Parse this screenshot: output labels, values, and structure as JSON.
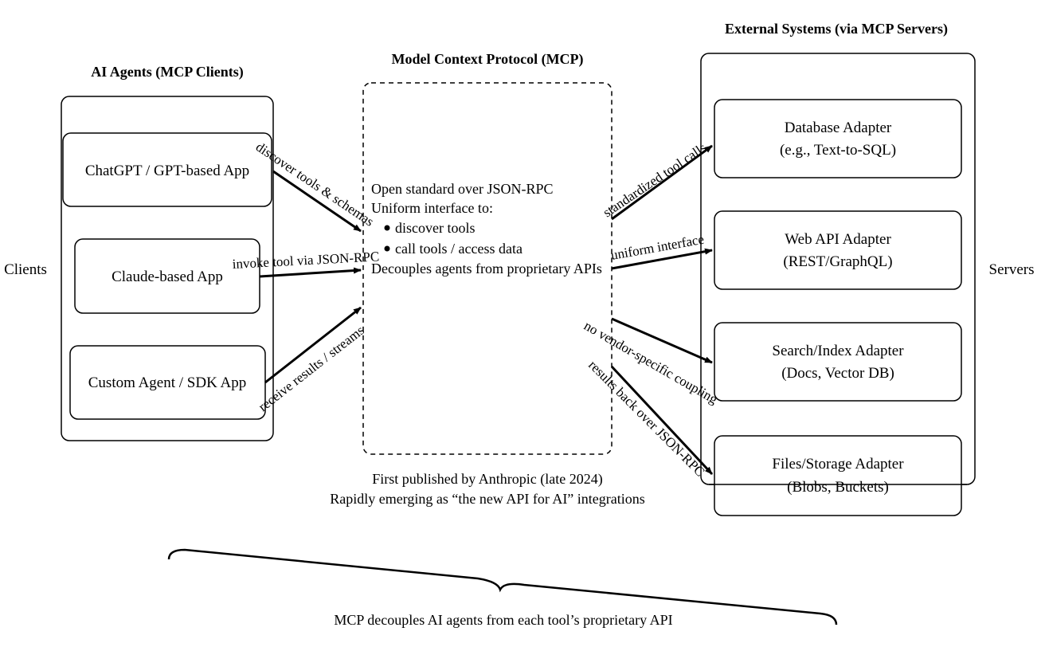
{
  "titles": {
    "clients": "AI Agents (MCP Clients)",
    "mcp": "Model Context Protocol (MCP)",
    "servers": "External Systems (via MCP Servers)"
  },
  "side_labels": {
    "left": "Clients",
    "right": "Servers"
  },
  "clients": [
    {
      "label": "ChatGPT / GPT-based App"
    },
    {
      "label": "Claude-based App"
    },
    {
      "label": "Custom Agent / SDK App"
    }
  ],
  "adapters": [
    {
      "line1": "Database Adapter",
      "line2": "(e.g., Text-to-SQL)"
    },
    {
      "line1": "Web API Adapter",
      "line2": "(REST/GraphQL)"
    },
    {
      "line1": "Search/Index Adapter",
      "line2": "(Docs, Vector DB)"
    },
    {
      "line1": "Files/Storage Adapter",
      "line2": "(Blobs, Buckets)"
    }
  ],
  "mcp_box": {
    "lines": [
      "Open standard over JSON-RPC",
      "Uniform interface to:",
      "discover tools",
      "call tools / access data",
      "Decouples agents from proprietary APIs"
    ]
  },
  "edges": {
    "left": [
      "discover tools & schemas",
      "invoke tool via JSON-RPC",
      "receive results / streams"
    ],
    "right": [
      "standardized tool calls",
      "uniform interface",
      "no vendor-specific coupling",
      "results back over JSON-RPC"
    ]
  },
  "notes": {
    "line1": "First published by Anthropic (late 2024)",
    "line2": "Rapidly emerging as “the new API for AI” integrations"
  },
  "brace_caption": "MCP decouples AI agents from each tool’s proprietary API"
}
